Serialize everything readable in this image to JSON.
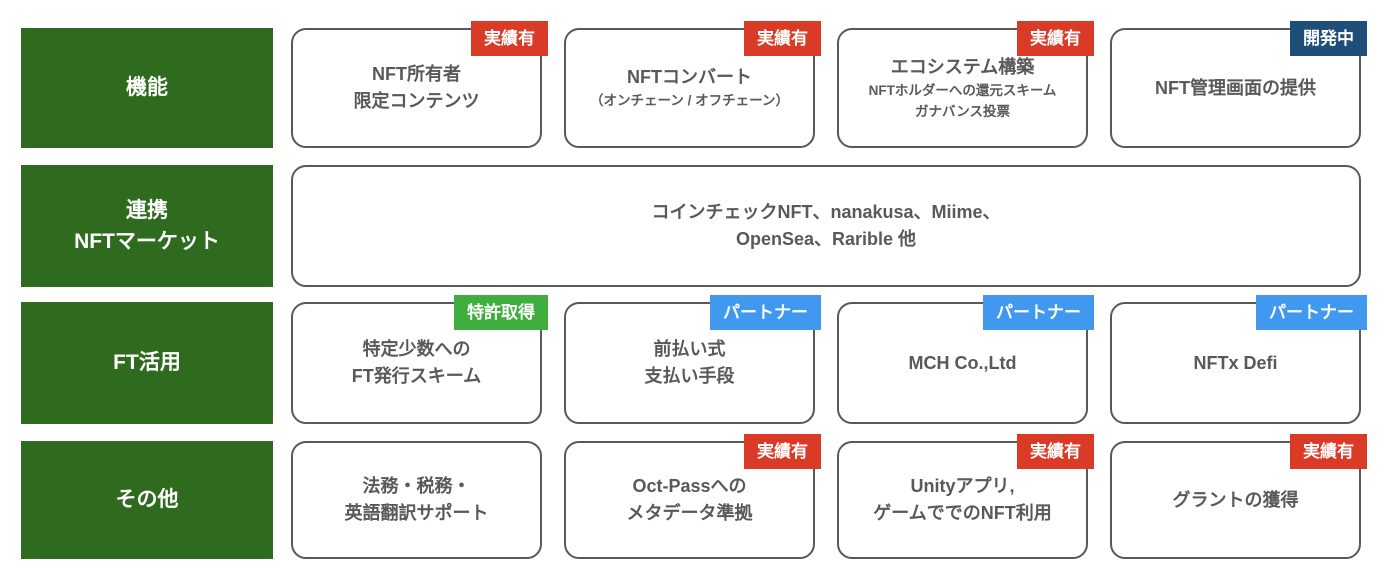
{
  "colors": {
    "header_green": "#2e6b1f",
    "badge_red": "#d93b26",
    "badge_navy": "#1f4e79",
    "badge_green": "#3fae3f",
    "badge_blue": "#4199ef",
    "card_text": "#595959"
  },
  "rows": [
    {
      "header": {
        "lines": [
          "機能"
        ]
      },
      "cards": [
        {
          "badge": "実績有",
          "lines": [
            "NFT所有者",
            "限定コンテンツ"
          ]
        },
        {
          "badge": "実績有",
          "lines": [
            "NFTコンバート"
          ],
          "sub": [
            "（オンチェーン / オフチェーン）"
          ]
        },
        {
          "badge": "実績有",
          "lines": [
            "エコシステム構築"
          ],
          "sub": [
            "NFTホルダーへの還元スキーム",
            "ガナバンス投票"
          ]
        },
        {
          "badge": "開発中",
          "lines": [
            "NFT管理画面の提供"
          ]
        }
      ]
    },
    {
      "header": {
        "lines": [
          "連携",
          "NFTマーケット"
        ]
      },
      "cards": [
        {
          "lines": [
            "コインチェックNFT、nanakusa、Miime、",
            "OpenSea、Rarible 他"
          ]
        }
      ]
    },
    {
      "header": {
        "lines": [
          "FT活用"
        ]
      },
      "cards": [
        {
          "badge": "特許取得",
          "lines": [
            "特定少数への",
            "FT発行スキーム"
          ]
        },
        {
          "badge": "パートナー",
          "lines": [
            "前払い式",
            "支払い手段"
          ]
        },
        {
          "badge": "パートナー",
          "lines": [
            "MCH Co.,Ltd"
          ]
        },
        {
          "badge": "パートナー",
          "lines": [
            "NFTx Defi"
          ]
        }
      ]
    },
    {
      "header": {
        "lines": [
          "その他"
        ]
      },
      "cards": [
        {
          "lines": [
            "法務・税務・",
            "英語翻訳サポート"
          ]
        },
        {
          "badge": "実績有",
          "lines": [
            "Oct-Passへの",
            "メタデータ準拠"
          ]
        },
        {
          "badge": "実績有",
          "lines": [
            "Unityアプリ,",
            "ゲームででのNFT利用"
          ]
        },
        {
          "badge": "実績有",
          "lines": [
            "グラントの獲得"
          ]
        }
      ]
    }
  ]
}
